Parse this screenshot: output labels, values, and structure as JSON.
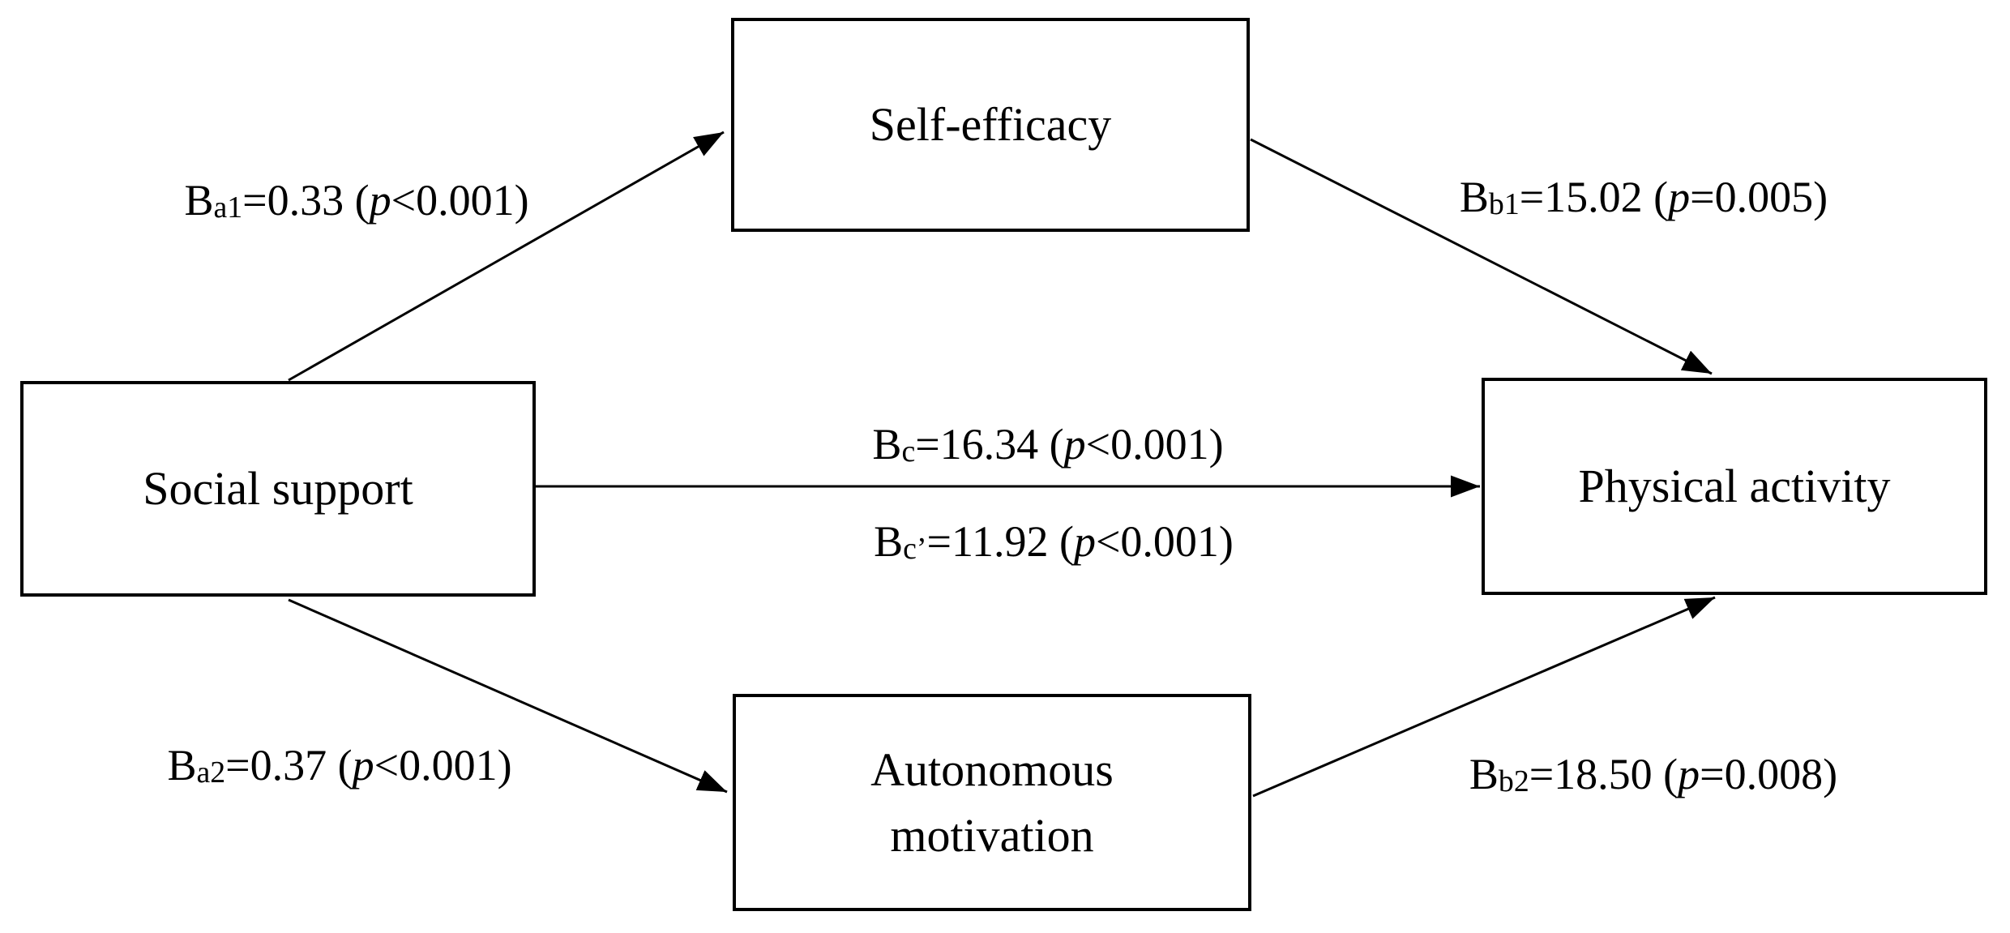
{
  "diagram": {
    "type": "mediation-path-model",
    "background_color": "#ffffff",
    "line_color": "#000000",
    "text_color": "#000000"
  },
  "nodes": {
    "social_support": {
      "label": "Social support"
    },
    "self_efficacy": {
      "label": "Self-efficacy"
    },
    "autonomous_motivation": {
      "label": "Autonomous\nmotivation"
    },
    "physical_activity": {
      "label": "Physical activity"
    }
  },
  "edges": {
    "a1": {
      "from": "social_support",
      "to": "self_efficacy",
      "prefix": "B",
      "sub": "a1",
      "mid": "=0.33 (",
      "p": "p",
      "end": "<0.001)"
    },
    "b1": {
      "from": "self_efficacy",
      "to": "physical_activity",
      "prefix": "B",
      "sub": "b1",
      "mid": "=15.02 (",
      "p": "p",
      "end": "=0.005)"
    },
    "c": {
      "from": "social_support",
      "to": "physical_activity",
      "prefix": "B",
      "sub": "c",
      "mid": "=16.34 (",
      "p": "p",
      "end": "<0.001)"
    },
    "c_prime": {
      "from": "social_support",
      "to": "physical_activity",
      "prefix": "B",
      "sub": "c’",
      "mid": "=11.92 (",
      "p": "p",
      "end": "<0.001)"
    },
    "a2": {
      "from": "social_support",
      "to": "autonomous_motivation",
      "prefix": "B",
      "sub": "a2",
      "mid": "=0.37 (",
      "p": "p",
      "end": "<0.001)"
    },
    "b2": {
      "from": "autonomous_motivation",
      "to": "physical_activity",
      "prefix": "B",
      "sub": "b2",
      "mid": "=18.50 (",
      "p": "p",
      "end": "=0.008)"
    }
  }
}
